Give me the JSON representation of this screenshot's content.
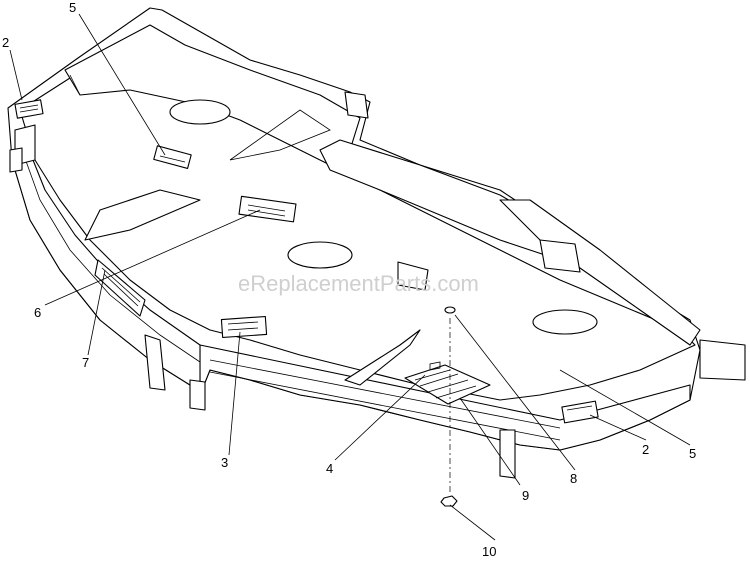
{
  "watermark": "eReplacementParts.com",
  "callouts": [
    {
      "id": "c5a",
      "label": "5"
    },
    {
      "id": "c2a",
      "label": "2"
    },
    {
      "id": "c6",
      "label": "6"
    },
    {
      "id": "c7",
      "label": "7"
    },
    {
      "id": "c3",
      "label": "3"
    },
    {
      "id": "c4",
      "label": "4"
    },
    {
      "id": "c9",
      "label": "9"
    },
    {
      "id": "c8",
      "label": "8"
    },
    {
      "id": "c10",
      "label": "10"
    },
    {
      "id": "c2b",
      "label": "2"
    },
    {
      "id": "c5b",
      "label": "5"
    }
  ]
}
